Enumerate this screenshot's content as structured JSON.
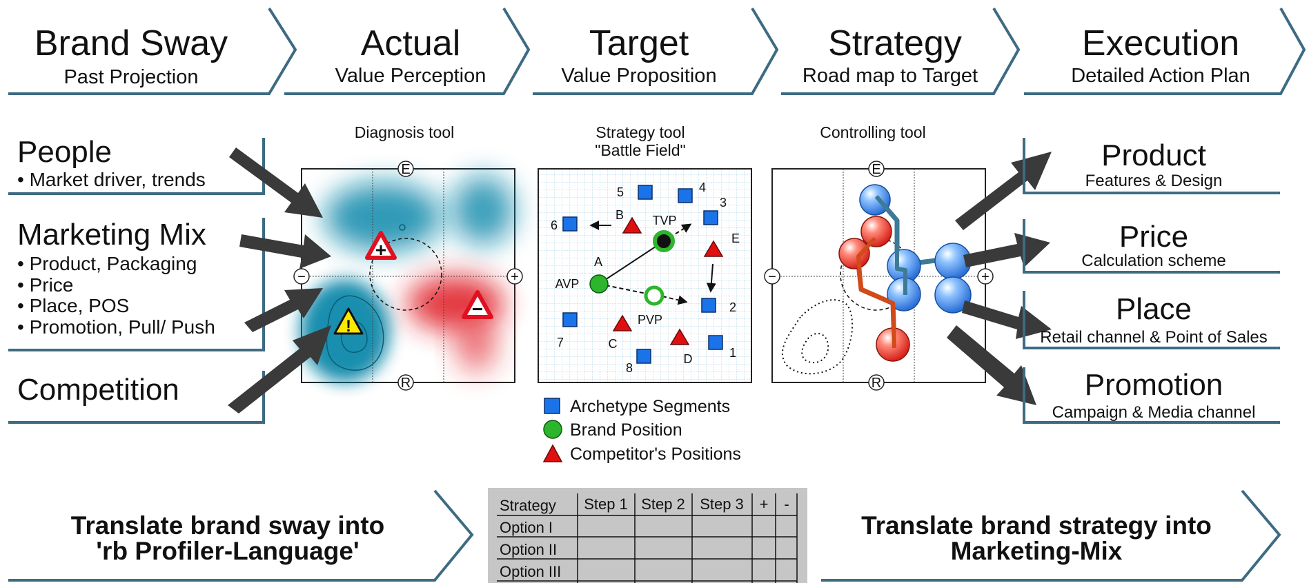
{
  "stages": [
    {
      "title": "Brand Sway",
      "subtitle": "Past Projection"
    },
    {
      "title": "Actual",
      "subtitle": "Value Perception"
    },
    {
      "title": "Target",
      "subtitle": "Value Proposition"
    },
    {
      "title": "Strategy",
      "subtitle": "Road map to Target"
    },
    {
      "title": "Execution",
      "subtitle": "Detailed Action Plan"
    }
  ],
  "left_inputs": {
    "people": {
      "title": "People",
      "bullets": [
        "• Market driver, trends"
      ]
    },
    "marketing_mix": {
      "title": "Marketing Mix",
      "bullets": [
        "• Product, Packaging",
        "• Price",
        "• Place, POS",
        "• Promotion, Pull/ Push"
      ]
    },
    "competition": {
      "title": "Competition"
    }
  },
  "tools": {
    "diagnosis": {
      "label": "Diagnosis tool"
    },
    "strategy": {
      "label_line1": "Strategy tool",
      "label_line2": "\"Battle Field\""
    },
    "controlling": {
      "label": "Controlling tool"
    }
  },
  "axis_labels": {
    "top": "E",
    "bottom": "R",
    "left": "−",
    "right": "+"
  },
  "battlefield": {
    "segments": [
      "1",
      "2",
      "3",
      "4",
      "5",
      "6",
      "7",
      "8"
    ],
    "competitors": [
      "A",
      "B",
      "C",
      "D",
      "E"
    ],
    "positions": [
      "AVP",
      "TVP",
      "PVP"
    ]
  },
  "legend": {
    "segments": "Archetype Segments",
    "brand": "Brand Position",
    "competitors": "Competitor's Positions"
  },
  "right_outputs": [
    {
      "title": "Product",
      "subtitle": "Features & Design"
    },
    {
      "title": "Price",
      "subtitle": "Calculation scheme"
    },
    {
      "title": "Place",
      "subtitle": "Retail channel & Point of Sales"
    },
    {
      "title": "Promotion",
      "subtitle": "Campaign & Media channel"
    }
  ],
  "bottom": {
    "left_line1": "Translate brand sway into",
    "left_line2": "'rb Profiler-Language'",
    "right_line1": "Translate brand strategy into",
    "right_line2": "Marketing-Mix"
  },
  "strategy_table": {
    "headers": [
      "Strategy",
      "Step 1",
      "Step 2",
      "Step 3",
      "+",
      "-"
    ],
    "rows": [
      "Option I",
      "Option II",
      "Option III"
    ]
  },
  "colors": {
    "chevron": "#3d6b82",
    "segment_blue": "#1a73e8",
    "brand_green": "#2db52d",
    "competitor_red": "#e01010",
    "heat_blue": "#1188aa",
    "heat_red": "#e0232a",
    "arrow_dark": "#3a3a3a",
    "path_red": "#d04a1a",
    "path_blue": "#3c7a96"
  }
}
